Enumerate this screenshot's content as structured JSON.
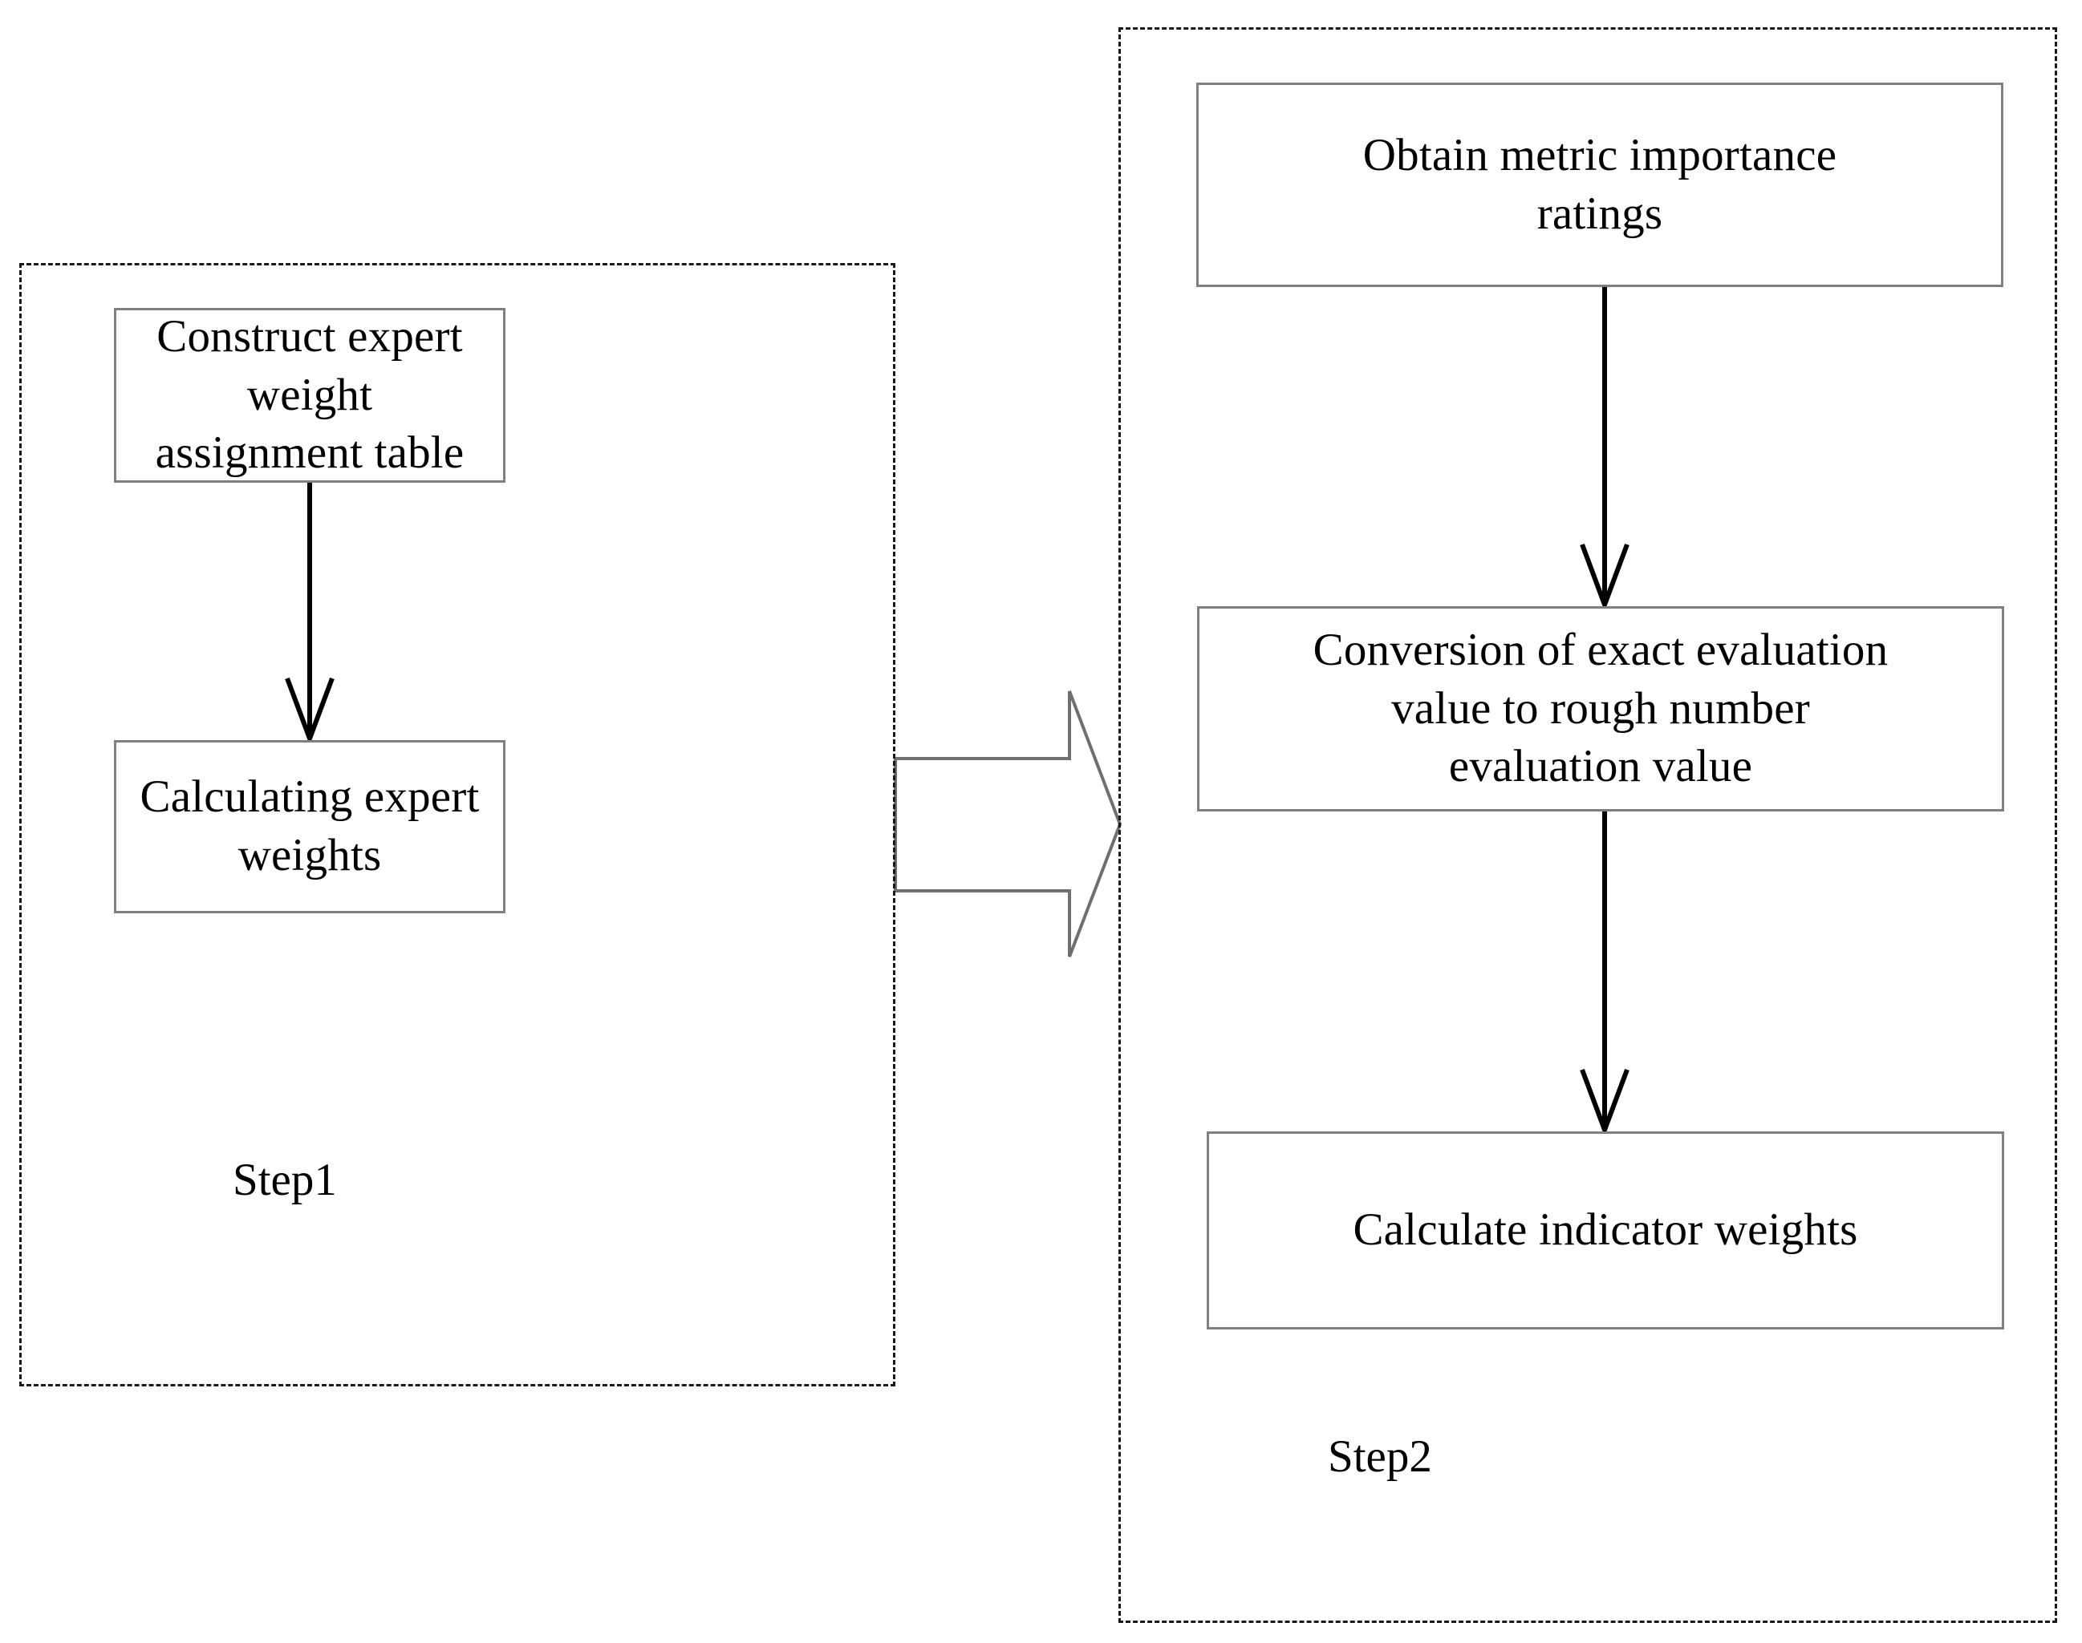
{
  "diagram": {
    "title_text": "",
    "background_color": "#ffffff",
    "box_border_color": "#808080",
    "panel_border_color": "#1a1a1a",
    "connector_color": "#000000",
    "block_arrow_color": "#6f6f6f"
  },
  "step1": {
    "caption": "Step1",
    "nodes": [
      {
        "id": "construct-table",
        "label": "Construct expert weight\nassignment table"
      },
      {
        "id": "calc-expert",
        "label": "Calculating expert weights"
      }
    ],
    "connectors": [
      {
        "from": "construct-table",
        "to": "calc-expert",
        "kind": "arrow-down"
      }
    ]
  },
  "step2": {
    "caption": "Step2",
    "nodes": [
      {
        "id": "obtain-ratings",
        "label": "Obtain metric importance\nratings"
      },
      {
        "id": "conversion",
        "label": "Conversion of exact evaluation\nvalue to rough number\nevaluation value"
      },
      {
        "id": "calc-indicator",
        "label": "Calculate indicator weights"
      }
    ],
    "connectors": [
      {
        "from": "obtain-ratings",
        "to": "conversion",
        "kind": "arrow-down"
      },
      {
        "from": "conversion",
        "to": "calc-indicator",
        "kind": "arrow-down"
      }
    ]
  },
  "transition": {
    "id": "step1-to-step2-block-arrow",
    "direction": "right",
    "from": "step1",
    "to": "step2",
    "label": ""
  }
}
